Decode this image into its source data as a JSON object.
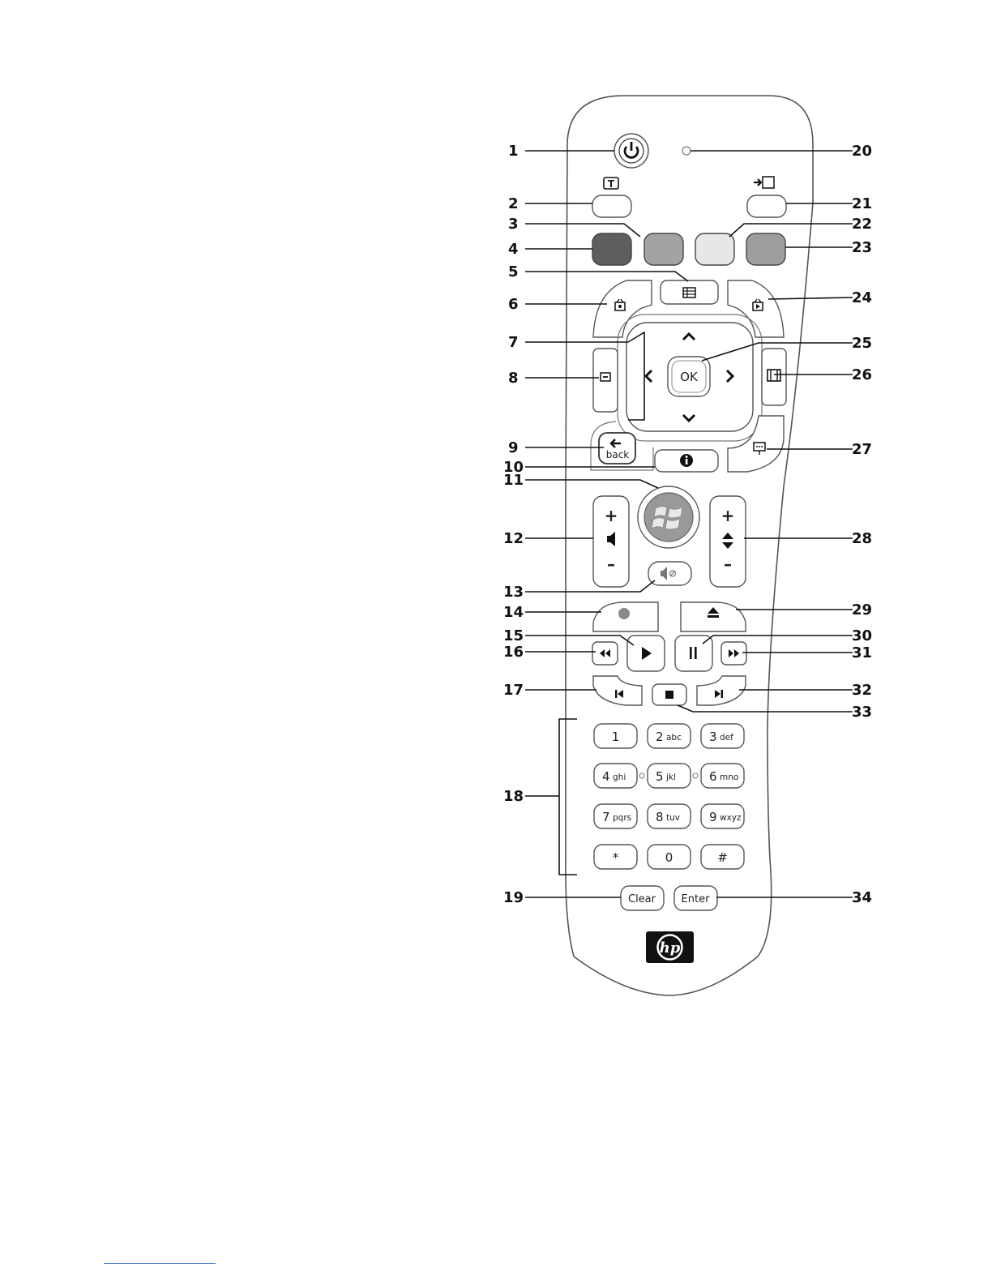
{
  "callouts": {
    "c1": "1",
    "c2": "2",
    "c3": "3",
    "c4": "4",
    "c5": "5",
    "c6": "6",
    "c7": "7",
    "c8": "8",
    "c9": "9",
    "c10": "10",
    "c11": "11",
    "c12": "12",
    "c13": "13",
    "c14": "14",
    "c15": "15",
    "c16": "16",
    "c17": "17",
    "c18": "18",
    "c19": "19",
    "c20": "20",
    "c21": "21",
    "c22": "22",
    "c23": "23",
    "c24": "24",
    "c25": "25",
    "c26": "26",
    "c27": "27",
    "c28": "28",
    "c29": "29",
    "c30": "30",
    "c31": "31",
    "c32": "32",
    "c33": "33",
    "c34": "34"
  },
  "buttons": {
    "ok": "OK",
    "back": "back",
    "plus": "+",
    "minus": "–",
    "clear": "Clear",
    "enter": "Enter",
    "teletext_glyph": "T"
  },
  "keypad": [
    {
      "digit": "1",
      "letters": ""
    },
    {
      "digit": "2",
      "letters": "abc"
    },
    {
      "digit": "3",
      "letters": "def"
    },
    {
      "digit": "4",
      "letters": "ghi"
    },
    {
      "digit": "5",
      "letters": "jkl"
    },
    {
      "digit": "6",
      "letters": "mno"
    },
    {
      "digit": "7",
      "letters": "pqrs"
    },
    {
      "digit": "8",
      "letters": "tuv"
    },
    {
      "digit": "9",
      "letters": "wxyz"
    },
    {
      "digit": "*",
      "letters": ""
    },
    {
      "digit": "0",
      "letters": ""
    },
    {
      "digit": "#",
      "letters": ""
    }
  ],
  "logo": "hp",
  "colors": {
    "red_button": "#5e5e5e",
    "green_button": "#a3a3a3",
    "yellow_button": "#e7e7e7",
    "blue_button": "#9e9e9e",
    "record_dot": "#8a8a8a",
    "body_outline": "#555555",
    "footer_rule": "#3a5fcd"
  }
}
